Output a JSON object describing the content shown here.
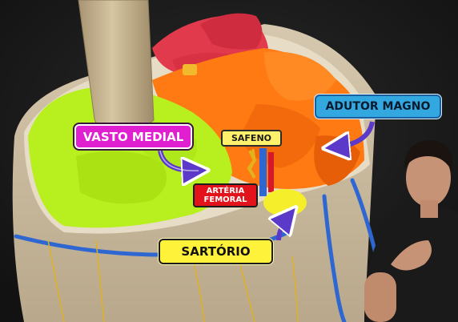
{
  "labels": {
    "vasto_medial": "VASTO MEDIAL",
    "adutor_magno": "ADUTOR MAGNO",
    "safeno": "SAFENO",
    "arteria_line1": "ARTÉRIA",
    "arteria_line2": "FEMORAL",
    "sartorio": "SARTÓRIO"
  },
  "colors": {
    "vasto_medial": "#b8ef1e",
    "adutor_magno": "#ff7a12",
    "hamstring": "#e23a4d",
    "sartorio": "#f4ef2a",
    "femur": "#c9b795",
    "skin": "#d9cdb8",
    "vein": "#2e67d1",
    "artery": "#d7172b",
    "nerve": "#e2b21a",
    "arrow": "#5b39c9"
  },
  "icons": {
    "arrow": "curved-arrow-icon",
    "presenter": "presenter-photo"
  }
}
